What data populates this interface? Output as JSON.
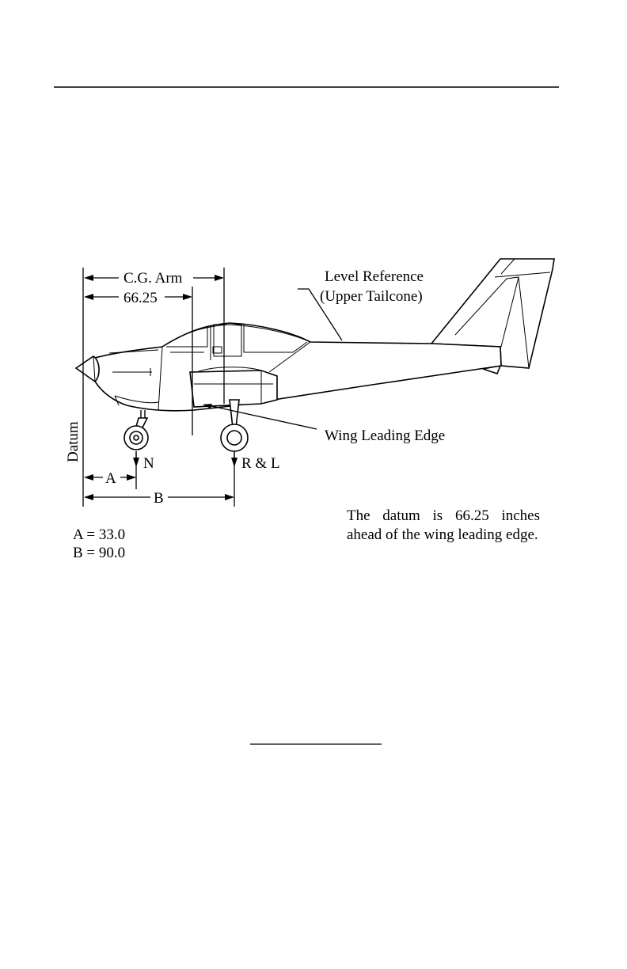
{
  "labels": {
    "cg_arm": "C.G. Arm",
    "cg_value": "66.25",
    "level_reference_line1": "Level Reference",
    "level_reference_line2": "(Upper Tailcone)",
    "datum": "Datum",
    "wing_leading_edge": "Wing Leading Edge",
    "nose_wheel": "N",
    "main_wheels": "R & L",
    "dim_a": "A",
    "dim_b": "B"
  },
  "dimensions": {
    "a_line": "A = 33.0",
    "b_line": "B = 90.0"
  },
  "note": "The datum is 66.25 inches ahead of the wing leading edge."
}
